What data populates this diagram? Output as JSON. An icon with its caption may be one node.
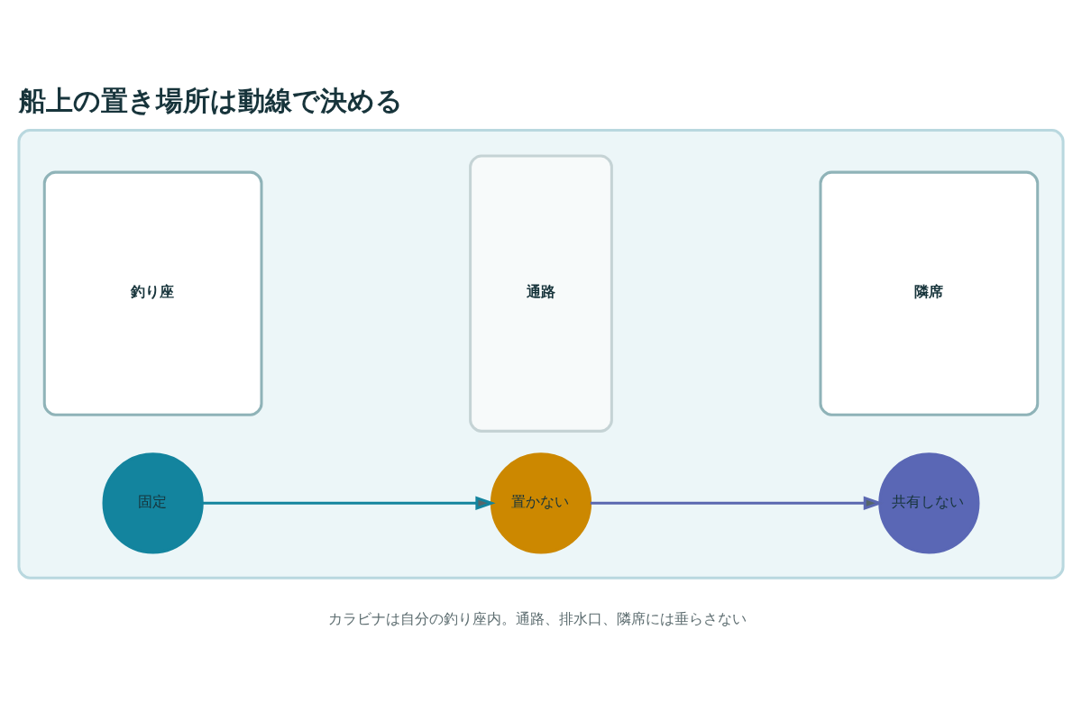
{
  "diagram": {
    "title": "船上の置き場所は動線で決める",
    "nodes": [
      {
        "text": [],
        "shape": "box"
      },
      {
        "text": [
          "釣り座"
        ],
        "in": 0
      },
      {
        "text": [
          "通路"
        ],
        "in": 0
      },
      {
        "text": [
          "隣席"
        ],
        "in": 0
      },
      {
        "text": [
          "固定"
        ],
        "in": 0
      },
      {
        "text": [
          "置かない"
        ],
        "in": 0
      },
      {
        "text": [
          "共有しない"
        ],
        "in": 0
      }
    ],
    "edges": [
      {
        "from": 4,
        "to": 5,
        "arrow": "to",
        "color": "#13849e"
      },
      {
        "from": 5,
        "to": 6,
        "arrow": "to",
        "color": "#5a67b0"
      }
    ],
    "caption": "カラビナは自分の釣り座内。通路、排水口、隣席には垂らさない"
  }
}
